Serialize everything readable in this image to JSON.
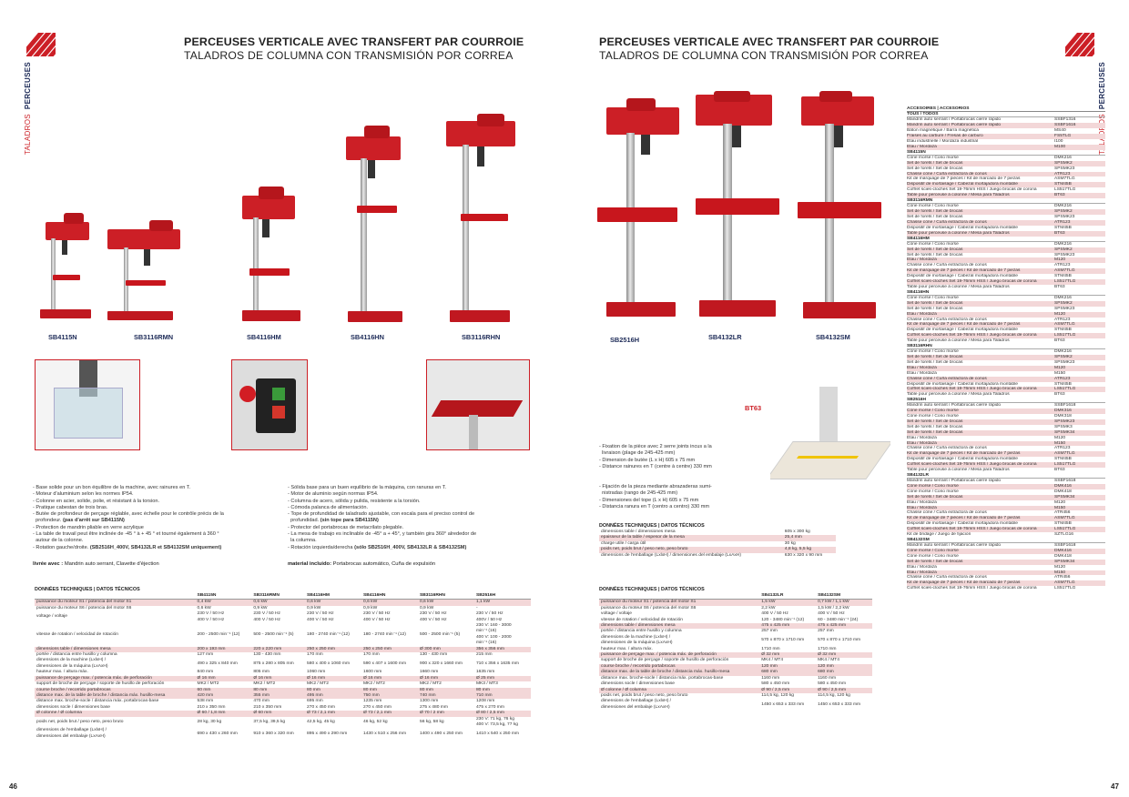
{
  "side": {
    "left_bold": "PERCEUSES",
    "left_thin": "TALADROS",
    "right_bold": "PERCEUSES",
    "right_thin": "TALADROS"
  },
  "left": {
    "title_fr": "PERCEUSES VERTICALE AVEC TRANSFERT PAR COURROIE",
    "title_es": "TALADROS DE COLUMNA CON TRANSMISIÓN POR CORREA",
    "models": [
      "SB4115N",
      "SB3116RMN",
      "SB4116HM",
      "SB4116HN",
      "SB3116RHN"
    ],
    "fr_bullets": [
      "Base solide pour un bon équilibre de la machine, avec rainures en T.",
      "Moteur d'aluminium selon les normes IP54.",
      "Colonne en acier, solide, polie, et résistant à la torsion.",
      "Pratique cabestan de trois bras.",
      "Butée de profondeur de perçage réglable, avec échelle pour le contrôle précis de la",
      "profondeur.",
      "Protection de mandrin pliable en verre acrylique",
      "La table de travail peut être inclinée de -45 ° à + 45 ° et tourné également à 360 °",
      "autour de la colonne.",
      "Rotation gauche/droite."
    ],
    "fr_bold1": "(pas d'arrêt sur SB4115N)",
    "fr_bold2": "(SB2516H_400V, SB4132LR et SB4132SM uniquement)",
    "fr_livree_label": "livrée avec :",
    "fr_livree": "Mandrin auto serrant, Clavette d'éjection",
    "es_bullets": [
      "Sólida base para un buen equilibrio de la máquina, con ranuras en T.",
      "Motor de aluminio según normas IP54.",
      "Columna de acero, sólida y pulida, resistente a la torsión.",
      "Cómoda palanca de alimentación.",
      "Tope de profundidad de taladrado ajustable, con escala para el preciso control de",
      "profundidad.",
      "Protector del portabrocas de metacrilato plegable.",
      "La mesa de trabajo es inclinable de -45° a + 45°, y también gira 360° alrededor de",
      "la columna.",
      "Rotación izquierda/derecha"
    ],
    "es_bold1": "(sin tope para SB4115N)",
    "es_bold2": "(sólo SB2516H_400V, SB4132LR & SB4132SM)",
    "es_mat_label": "material incluido:",
    "es_mat": "Portabrocas automático, Cuña de expulsión",
    "spec_title": "DONNÉES TECHNIQUES | DATOS TÉCNICOS",
    "spec_cols": [
      "",
      "SB4115N",
      "SB3116RMN",
      "SB4116HM",
      "SB4116HN",
      "SB3116RHN",
      "SB2516H"
    ],
    "spec_rows": [
      [
        "puissance du moteur S1 / potencia del motor S1",
        "0,4 kW",
        "0,6 kW",
        "0,6 kW",
        "0,6 kW",
        "0,6 kW",
        "1,1 kW"
      ],
      [
        "puissance du moteur S6 / potencia del motor S6",
        "0,6 kW",
        "0,9 kW",
        "0,9 kW",
        "0,9 kW",
        "0,9 kW",
        "-"
      ],
      [
        "voltage / voltaje",
        "230 V / 50 Hz\n400 V / 50 Hz",
        "230 V / 50 Hz\n400 V / 50 Hz",
        "230 V / 50 Hz\n400 V / 50 Hz",
        "230 V / 50 Hz\n400 V / 50 Hz",
        "230 V / 50 Hz\n400 V / 50 Hz",
        "230 V / 50 Hz\n400V / 50 Hz"
      ],
      [
        "vitesse de rotation / velocidad de rotación",
        "200 - 2500 min⁻¹ (12)",
        "500 - 2500 min⁻¹ (5)",
        "180 - 2740 min⁻¹ (12)",
        "180 - 2740 min⁻¹ (12)",
        "500 - 2500 min⁻¹ (5)",
        "230 V: 160 - 3000\nmin⁻¹ (16)\n400 V: 100 - 2000\nmin⁻¹ (16)"
      ],
      [
        "dimensions table / dimensiones mesa",
        "200 x 193 mm",
        "220 x 220 mm",
        "250 x 250 mm",
        "250 x 250 mm",
        "Ø 300 mm",
        "356 x 356 mm"
      ],
      [
        "portée / distancia entre husillo y columna",
        "127 mm",
        "130 - 430 mm",
        "170 mm",
        "170 mm",
        "130 - 430 mm",
        "215 mm"
      ],
      [
        "dimensions de la machine (LxlxH) /\ndimensiones de la máquina (LxAxH)",
        "490 x 325 x 840 mm",
        "875 x 280 x 805 mm",
        "580 x 400 x 1060 mm",
        "590 x 407 x 1600 mm",
        "900 x 320 x 1660 mm",
        "710 x 356 x 1635 mm"
      ],
      [
        "hauteur max. / altura máx.",
        "840 mm",
        "805 mm",
        "1060 mm",
        "1600 mm",
        "1660 mm",
        "1635 mm"
      ],
      [
        "puissance de perçage max. / potencia máx. de perforación",
        "Ø 16 mm",
        "Ø 16 mm",
        "Ø 16 mm",
        "Ø 16 mm",
        "Ø 16 mm",
        "Ø 25 mm"
      ],
      [
        "support de broche de perçage / soporte de husillo de perforación",
        "MK2 / MT2",
        "MK2 / MT2",
        "MK2 / MT2",
        "MK2 / MT2",
        "MK2 / MT2",
        "MK3 / MT3"
      ],
      [
        "course broche / recorrido portabrocas",
        "60 mm",
        "80 mm",
        "80 mm",
        "80 mm",
        "80 mm",
        "80 mm"
      ],
      [
        "distance max. de la table de broche / distancia máx. husillo-mesa",
        "420 mm",
        "355 mm",
        "495 mm",
        "750 mm",
        "740 mm",
        "710 mm"
      ],
      [
        "distance max. broche-socle / distancia máx. portabrocas-base",
        "538 mm",
        "470 mm",
        "695 mm",
        "1235 mm",
        "1300 mm",
        "1208 mm"
      ],
      [
        "dimensions socle / dimensiones base",
        "210 x 350 mm",
        "210 x 350 mm",
        "270 x 450 mm",
        "270 x 450 mm",
        "275 x 480 mm",
        "475 x 270 mm"
      ],
      [
        "Ø colonne / Ø columna",
        "Ø 60 / 1,8 mm",
        "Ø 60 mm",
        "Ø 73 / 2,1 mm",
        "Ø 73 / 2,1 mm",
        "Ø 70 / 2 mm",
        "Ø 80 / 2,5 mm"
      ],
      [
        "poids net, poids brut / peso neto, peso bruto",
        "28 kg, 30 kg",
        "37,5 kg, 39,5 kg",
        "42,5 kg, 45 kg",
        "46 kg, 52 kg",
        "56 kg, 58 kg",
        "230 V: 71 kg, 76 kg\n400 V: 73,5 kg, 77 kg"
      ],
      [
        "dimensions de l'emballage (LxlxH) /\ndimensiones del embalaje (LxAxH)",
        "690 x 430 x 260 mm",
        "910 x 360 x 320 mm",
        "895 x 490 x 290 mm",
        "1430 x 510 x 256 mm",
        "1400 x 490 x 250 mm",
        "1410 x 540 x 250 mm"
      ]
    ],
    "page_no": "46"
  },
  "right": {
    "title_fr": "PERCEUSES VERTICALE AVEC TRANSFERT PAR COURROIE",
    "title_es": "TALADROS DE COLUMNA CON TRANSMISIÓN POR CORREA",
    "models": [
      "SB2516H",
      "SB4132LR",
      "SB4132SM"
    ],
    "bt_label": "BT63",
    "fr_bullets": [
      "Fixation de la pièce avec 2 serre joints incus a la",
      "livraison (plage de 245-425 mm)",
      "Dimension de butée (L x H) 605 x 75 mm",
      "Distance rainures en T (centre à centre) 330 mm"
    ],
    "es_bullets": [
      "Fijación de la pieza mediante abrazaderas sumi-",
      "nistradas (rango de 245-425 mm)",
      "Dimensiones del tope (L x H) 605 x 75 mm",
      "Distancia ranura en T (centro a centro) 330 mm"
    ],
    "bt_spec_title": "DONNÉES TECHNIQUES | DATOS TÉCNICOS",
    "bt_rows": [
      [
        "dimensions table / dimensiones mesa",
        "605 x 300 kg"
      ],
      [
        "epaisseur de la table / espesor de la mesa",
        "25,4 mm"
      ],
      [
        "charge utile / carga útil",
        "30 kg"
      ],
      [
        "poids net, poids brut / peso neto, peso bruto",
        "4,8 kg, 5,5 kg"
      ],
      [
        "dimensions de l'emballage (LxlxH) / dimensiones del embalaje (LxAxH)",
        "630 x 320 x 90 mm"
      ]
    ],
    "spec_title": "DONNÉES TECHNIQUES | DATOS TÉCNICOS",
    "spec_cols": [
      "",
      "SB4132LR",
      "SB4132SM"
    ],
    "spec_rows": [
      [
        "puissance du moteur S1 / potencia del motor S1",
        "1,5 kW",
        "0,7 kW / 1,1 kW"
      ],
      [
        "puissance du moteur S6 / potencia del motor S6",
        "2,2 kW",
        "1,5 kW / 2,2 kW"
      ],
      [
        "voltage / voltaje",
        "400 V / 50 Hz",
        "400 V / 50 Hz"
      ],
      [
        "vitesse de rotation / velocidad de rotación",
        "120 - 3480 min⁻¹ (12)",
        "60 - 3480 min⁻¹ (24)"
      ],
      [
        "dimensions table / dimensiones mesa",
        "475 x 425 mm",
        "475 x 425 mm"
      ],
      [
        "portée / distancia entre husillo y columna",
        "257 mm",
        "257 mm"
      ],
      [
        "dimensions de la machine (LxlxH) /\ndimensiones de la máquina (LxAxH)",
        "570 x 870 x 1710 mm",
        "570 x 870 x 1710 mm"
      ],
      [
        "hauteur max. / altura máx.",
        "1710 mm",
        "1710 mm"
      ],
      [
        "puissance de perçage max. / potencia máx. de perforación",
        "Ø 32 mm",
        "Ø 32 mm"
      ],
      [
        "support de broche de perçage / soporte de husillo de perforación",
        "MK4 / MT4",
        "MK4 / MT4"
      ],
      [
        "course broche / recorrido portabrocas",
        "120 mm",
        "120 mm"
      ],
      [
        "distance max. de la table de broche / distancia máx. husillo-mesa",
        "680 mm",
        "680 mm"
      ],
      [
        "distance max. broche-socle / distancia máx. portabrocas-base",
        "1160 mm",
        "1160 mm"
      ],
      [
        "dimensions socle / dimensiones base",
        "580 x 450 mm",
        "580 x 450 mm"
      ],
      [
        "Ø colonne / Ø columna",
        "Ø 90 / 2,5 mm",
        "Ø 90 / 2,5 mm"
      ],
      [
        "poids net, poids brut / peso neto, peso bruto",
        "114,5 kg, 120 kg",
        "114,5 kg, 120 kg"
      ],
      [
        "dimensions de l'emballage (LxlxH) /\ndimensiones del embalaje (LxAxH)",
        "1450 x 653 x 333 mm",
        "1450 x 653 x 333 mm"
      ]
    ],
    "acc_title": "ACCESOIRES | ACCESORIOS",
    "acc_groups": [
      {
        "name": "TOUS / TODOS",
        "items": [
          [
            "Mandrin auto serrant / Portabrocas cierre rápido",
            "SSBF1316"
          ],
          [
            "Mandrin auto serrant / Portabrocas cierre rápido",
            "SSBF1616"
          ],
          [
            "Bâton magnétique / Barra magnética",
            "MS40"
          ],
          [
            "Fraises au carbure / Fresas de carburo",
            "FS5TLG"
          ],
          [
            "Étau industrielle / Mordaza industrial",
            "I100"
          ],
          [
            "Étau / Mordaza",
            "M100"
          ]
        ]
      },
      {
        "name": "SB4115N",
        "items": [
          [
            "Cône morse / Cono morse",
            "DMK216"
          ],
          [
            "Set de forets / Set de brocas",
            "SPSMK2"
          ],
          [
            "Set de forets / Set de brocas",
            "SPSMK23"
          ],
          [
            "Chasse cône / Cuña extractora de conos",
            "ATR123"
          ],
          [
            "Kit de marquage de 7 pièces / Kit de marcado de 7 piezas",
            "ASM7TLG"
          ],
          [
            "Dispositif de mortaisage / Cabezal mortajadora montable",
            "STM45B"
          ],
          [
            "Coffret scies-cloches Set 19-76mm HSS / Juego brocas de corona",
            "LS517TLG"
          ],
          [
            "Table pour perceuse à colonne / Mesa para Taladros",
            "BT63"
          ]
        ]
      },
      {
        "name": "SB3116RMN",
        "items": [
          [
            "Cône morse / Cono morse",
            "DMK216"
          ],
          [
            "Set de forets / Set de brocas",
            "SPSMK2"
          ],
          [
            "Set de forets / Set de brocas",
            "SPSMK23"
          ],
          [
            "Chasse cône / Cuña extractora de conos",
            "ATR123"
          ],
          [
            "Dispositif de mortaisage / Cabezal mortajadora montable",
            "STM45B"
          ],
          [
            "Table pour perceuse à colonne / Mesa para Taladros",
            "BT63"
          ]
        ]
      },
      {
        "name": "SB4116HM",
        "items": [
          [
            "Cône morse / Cono morse",
            "DMK216"
          ],
          [
            "Set de forets / Set de brocas",
            "SPSMK2"
          ],
          [
            "Set de forets / Set de brocas",
            "SPSMK23"
          ],
          [
            "Étau / Mordaza",
            "M120"
          ],
          [
            "Chasse cône / Cuña extractora de conos",
            "ATR123"
          ],
          [
            "Kit de marquage de 7 pièces / Kit de marcado de 7 piezas",
            "ASM7TLG"
          ],
          [
            "Dispositif de mortaisage / Cabezal mortajadora montable",
            "STM45B"
          ],
          [
            "Coffret scies-cloches Set 19-76mm HSS / Juego brocas de corona",
            "LS517TLG"
          ],
          [
            "Table pour perceuse à colonne / Mesa para Taladros",
            "BT63"
          ]
        ]
      },
      {
        "name": "SB4116HN",
        "items": [
          [
            "Cône morse / Cono morse",
            "DMK216"
          ],
          [
            "Set de forets / Set de brocas",
            "SPSMK2"
          ],
          [
            "Set de forets / Set de brocas",
            "SPSMK23"
          ],
          [
            "Étau / Mordaza",
            "M120"
          ],
          [
            "Chasse cône / Cuña extractora de conos",
            "ATR123"
          ],
          [
            "Kit de marquage de 7 pièces / Kit de marcado de 7 piezas",
            "ASM7TLG"
          ],
          [
            "Dispositif de mortaisage / Cabezal mortajadora montable",
            "STM45B"
          ],
          [
            "Coffret scies-cloches Set 19-76mm HSS / Juego brocas de corona",
            "LS517TLG"
          ],
          [
            "Table pour perceuse à colonne / Mesa para Taladros",
            "BT63"
          ]
        ]
      },
      {
        "name": "SB3116RHN",
        "items": [
          [
            "Cône morse / Cono morse",
            "DMK216"
          ],
          [
            "Set de forets / Set de brocas",
            "SPSMK2"
          ],
          [
            "Set de forets / Set de brocas",
            "SPSMK23"
          ],
          [
            "Étau / Mordaza",
            "M120"
          ],
          [
            "Étau / Mordaza",
            "M150"
          ],
          [
            "Chasse cône / Cuña extractora de conos",
            "ATR123"
          ],
          [
            "Dispositif de mortaisage / Cabezal mortajadora montable",
            "STM45B"
          ],
          [
            "Coffret scies-cloches Set 19-76mm HSS / Juego brocas de corona",
            "LS517TLG"
          ],
          [
            "Table pour perceuse à colonne / Mesa para Taladros",
            "BT63"
          ]
        ]
      },
      {
        "name": "SB2516H",
        "items": [
          [
            "Mandrin auto serrant / Portabrocas cierre rápido",
            "SSBF1618"
          ],
          [
            "Cône morse / Cono morse",
            "DMK316"
          ],
          [
            "Cône morse / Cono morse",
            "DMK318"
          ],
          [
            "Set de forets / Set de brocas",
            "SPSMK23"
          ],
          [
            "Set de forets / Set de brocas",
            "SPSMK3"
          ],
          [
            "Set de forets / Set de brocas",
            "SPSMK34"
          ],
          [
            "Étau / Mordaza",
            "M120"
          ],
          [
            "Étau / Mordaza",
            "M150"
          ],
          [
            "Chasse cône / Cuña extractora de conos",
            "ATR123"
          ],
          [
            "Kit de marquage de 7 pièces / Kit de marcado de 7 piezas",
            "ASM7TLG"
          ],
          [
            "Dispositif de mortaisage / Cabezal mortajadora montable",
            "STM45B"
          ],
          [
            "Coffret scies-cloches Set 19-76mm HSS / Juego brocas de corona",
            "LS517TLG"
          ],
          [
            "Table pour perceuse à colonne / Mesa para Taladros",
            "BT63"
          ]
        ]
      },
      {
        "name": "SB4132LR",
        "items": [
          [
            "Mandrin auto serrant / Portabrocas cierre rápido",
            "SSBF1618"
          ],
          [
            "Cône morse / Cono morse",
            "DMK416"
          ],
          [
            "Cône morse / Cono morse",
            "DMK418"
          ],
          [
            "Set de forets / Set de brocas",
            "SPSMK34"
          ],
          [
            "Étau / Mordaza",
            "M120"
          ],
          [
            "Étau / Mordaza",
            "M150"
          ],
          [
            "Chasse cône / Cuña extractora de conos",
            "ATR456"
          ],
          [
            "Kit de marquage de 7 pièces / Kit de marcado de 7 piezas",
            "ASM7TLG"
          ],
          [
            "Dispositif de mortaisage / Cabezal mortajadora montable",
            "STM45B"
          ],
          [
            "Coffret scies-cloches Set 19-76mm HSS / Juego brocas de corona",
            "LS517TLG"
          ],
          [
            "Kit de bridage / Juego de fijación",
            "SZTLG16"
          ]
        ]
      },
      {
        "name": "SB4132SM",
        "items": [
          [
            "Mandrin auto serrant / Portabrocas cierre rápido",
            "SSBF1618"
          ],
          [
            "Cône morse / Cono morse",
            "DMK416"
          ],
          [
            "Cône morse / Cono morse",
            "DMK418"
          ],
          [
            "Set de forets / Set de brocas",
            "SPSMK34"
          ],
          [
            "Étau / Mordaza",
            "M120"
          ],
          [
            "Étau / Mordaza",
            "M150"
          ],
          [
            "Chasse cône / Cuña extractora de conos",
            "ATR456"
          ],
          [
            "Kit de marquage de 7 pièces / Kit de marcado de 7 piezas",
            "ASM7TLG"
          ],
          [
            "Coffret scies-cloches Set 19-76mm HSS / Juego brocas de corona",
            "LS517TLG"
          ]
        ]
      }
    ],
    "page_no": "47"
  },
  "colors": {
    "accent": "#cc1f26",
    "navy": "#1c2a57",
    "row_alt": "#f3d7d8"
  }
}
